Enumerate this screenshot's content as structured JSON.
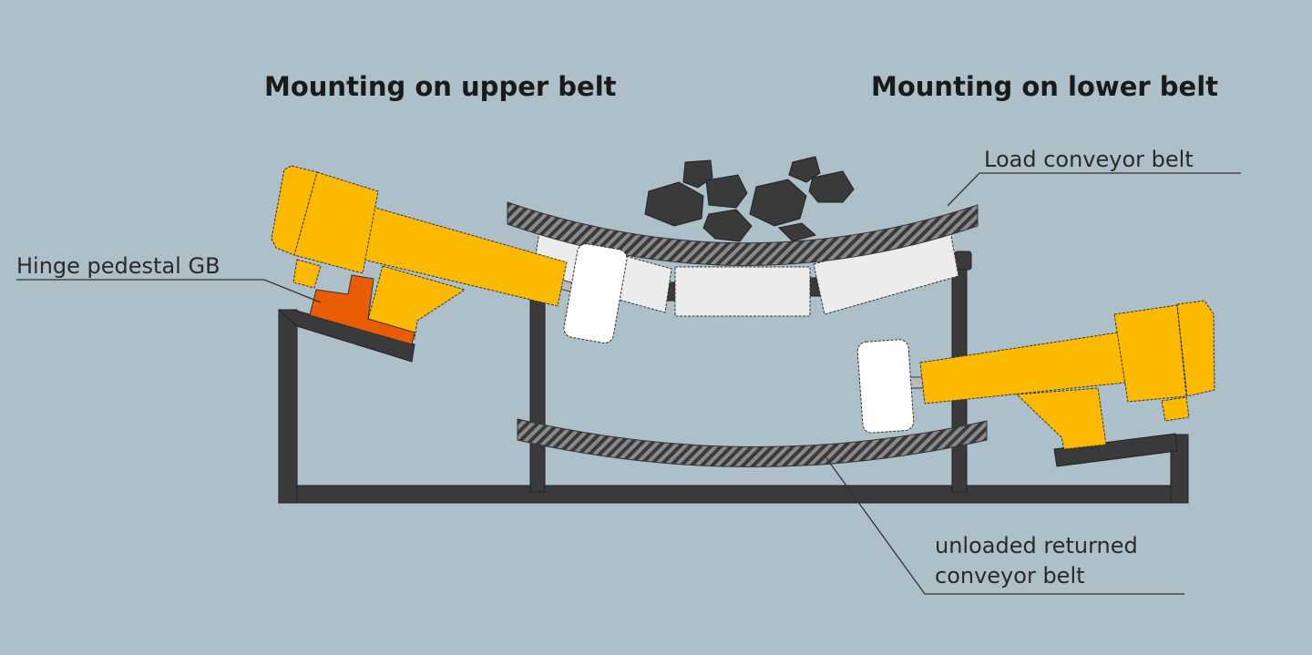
{
  "titles": {
    "upper": "Mounting on upper belt",
    "lower": "Mounting on lower belt"
  },
  "labels": {
    "load_belt": "Load conveyor belt",
    "hinge": "Hinge pedestal GB",
    "unloaded_line1": "unloaded returned",
    "unloaded_line2": "conveyor belt"
  },
  "colors": {
    "background": "#adbfc9",
    "sensor": "#fbb900",
    "pedestal": "#e85d04",
    "frame": "#3a3a3a"
  }
}
